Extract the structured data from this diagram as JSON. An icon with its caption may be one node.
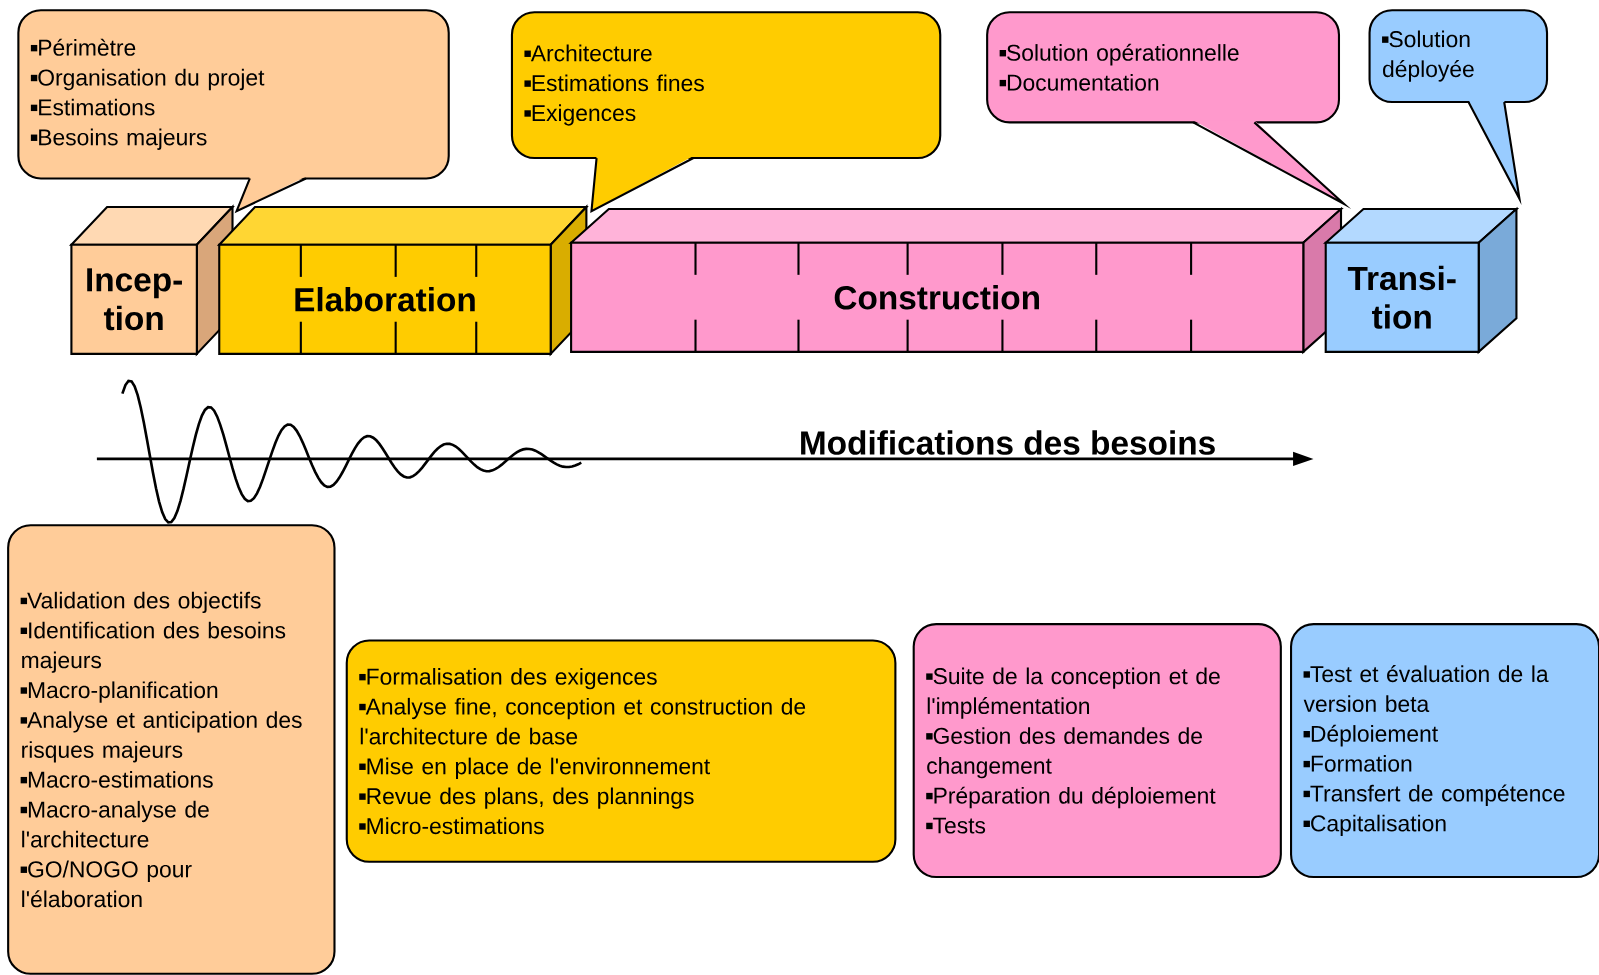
{
  "diagram": {
    "nodes": [
      {
        "text": [
          "Périmètre",
          "Organisation du projet",
          "Estimations",
          "Besoins majeurs"
        ]
      },
      {
        "text": [
          "Architecture",
          "Estimations fines",
          "Exigences"
        ]
      },
      {
        "text": [
          "Solution opérationnelle",
          "Documentation"
        ]
      },
      {
        "text": [
          "Solution déployée"
        ]
      },
      {
        "text": [
          "Incep- tion"
        ]
      },
      {
        "text": [
          "Elaboration"
        ]
      },
      {
        "text": [
          "Construction"
        ]
      },
      {
        "text": [
          "Transi- tion"
        ]
      },
      {
        "text": [
          "Validation des objectifs",
          "Identification des besoins majeurs",
          "Macro-planification",
          "Analyse et anticipation des risques majeurs",
          "Macro-estimations",
          "Macro-analyse de l'architecture",
          "GO/NOGO pour l'élaboration"
        ]
      },
      {
        "text": [
          "Formalisation des exigences",
          "Analyse fine, conception et construction de l'architecture de base",
          "Mise en place de l'environnement",
          "Revue des plans, des plannings",
          "Micro-estimations"
        ]
      },
      {
        "text": [
          "Suite de la conception et de l'implémentation",
          "Gestion des demandes de changement",
          "Préparation du déploiement",
          "Tests"
        ]
      },
      {
        "text": [
          "Test et évaluation de la version beta",
          "Déploiement",
          "Formation",
          "Transfert de compétence",
          "Capitalisation"
        ]
      }
    ],
    "labels": [
      "Modifications des besoins"
    ]
  }
}
